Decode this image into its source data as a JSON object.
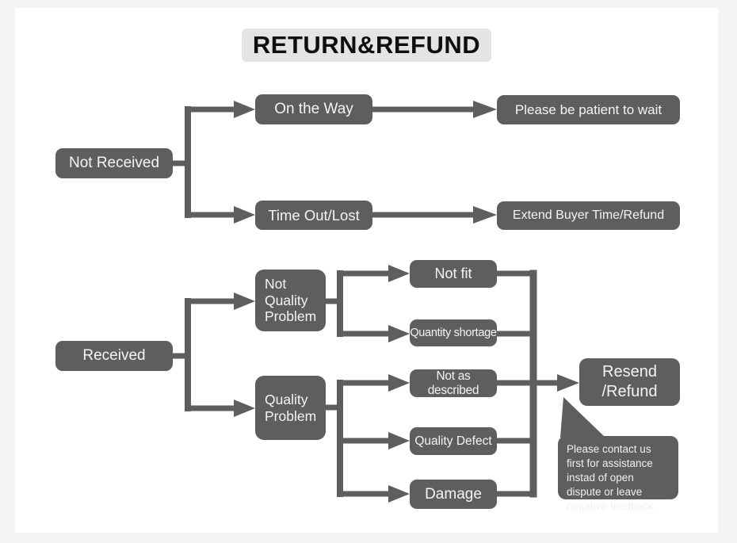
{
  "title": "RETURN&REFUND",
  "colors": {
    "page_bg": "#f4f4f4",
    "canvas_bg": "#ffffff",
    "node_bg": "#5e5e5e",
    "node_text": "#f4f4f4",
    "title_bg": "#e4e4e4",
    "title_text": "#0f0f0f",
    "connector": "#5e5e5e"
  },
  "nodes": {
    "not_received": {
      "label": "Not Received"
    },
    "on_the_way": {
      "label": "On the Way"
    },
    "please_wait": {
      "label": "Please be patient to wait"
    },
    "time_out_lost": {
      "label": "Time Out/Lost"
    },
    "extend_refund": {
      "label": "Extend Buyer Time/Refund"
    },
    "received": {
      "label": "Received"
    },
    "not_quality_problem": {
      "label": "Not\nQuality\nProblem"
    },
    "quality_problem": {
      "label": "Quality\nProblem"
    },
    "not_fit": {
      "label": "Not fit"
    },
    "quantity_shortage": {
      "label": "Quantity shortage"
    },
    "not_as_described": {
      "label": "Not as described"
    },
    "quality_defect": {
      "label": "Quality Defect"
    },
    "damage": {
      "label": "Damage"
    },
    "resend_refund": {
      "label": "Resend\n/Refund"
    }
  },
  "note": {
    "text": "Please contact us first for assistance instad of open dispute or leave negative feedback."
  },
  "edges": [
    {
      "from": "Not Received",
      "to": "On the Way"
    },
    {
      "from": "Not Received",
      "to": "Time Out/Lost"
    },
    {
      "from": "On the Way",
      "to": "Please be patient to wait"
    },
    {
      "from": "Time Out/Lost",
      "to": "Extend Buyer Time/Refund"
    },
    {
      "from": "Received",
      "to": "Not Quality Problem"
    },
    {
      "from": "Received",
      "to": "Quality Problem"
    },
    {
      "from": "Not Quality Problem",
      "to": "Not fit"
    },
    {
      "from": "Not Quality Problem",
      "to": "Quantity shortage"
    },
    {
      "from": "Quality Problem",
      "to": "Not as described"
    },
    {
      "from": "Quality Problem",
      "to": "Quality Defect"
    },
    {
      "from": "Quality Problem",
      "to": "Damage"
    },
    {
      "from": "Not fit",
      "to": "Resend/Refund"
    },
    {
      "from": "Quantity shortage",
      "to": "Resend/Refund"
    },
    {
      "from": "Not as described",
      "to": "Resend/Refund"
    },
    {
      "from": "Quality Defect",
      "to": "Resend/Refund"
    },
    {
      "from": "Damage",
      "to": "Resend/Refund"
    }
  ]
}
